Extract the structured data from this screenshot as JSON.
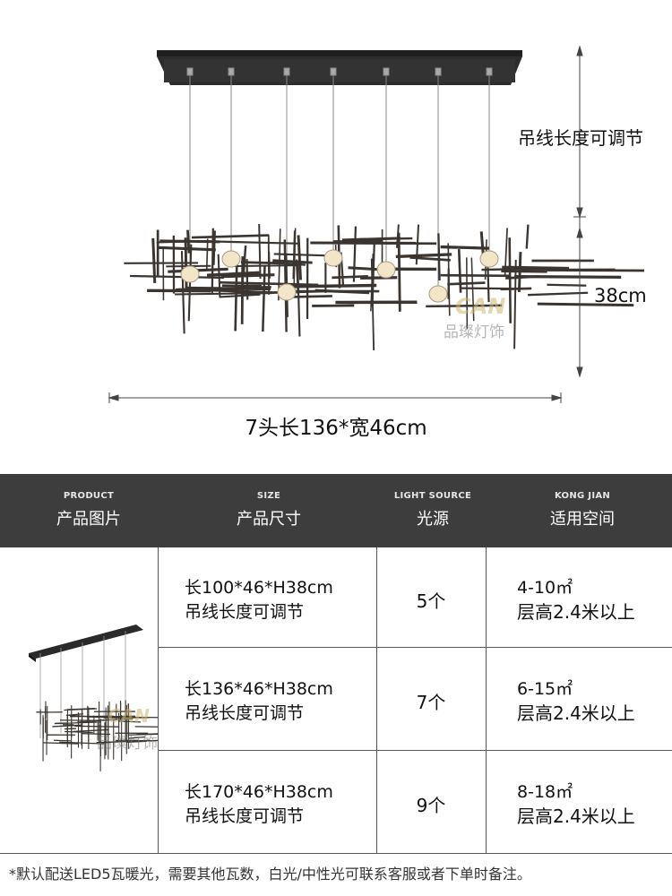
{
  "diagram": {
    "cable_note": "吊线长度可调节",
    "height_dim": "38cm",
    "size_caption": "7头长136*宽46cm",
    "watermark_logo": "CAN",
    "watermark_text": "品璨灯饰"
  },
  "table": {
    "headers": [
      {
        "en": "PRODUCT",
        "cn": "产品图片"
      },
      {
        "en": "SIZE",
        "cn": "产品尺寸"
      },
      {
        "en": "LIGHT SOURCE",
        "cn": "光源"
      },
      {
        "en": "KONG JIAN",
        "cn": "适用空间"
      }
    ],
    "rows": [
      {
        "size": "长100*46*H38cm",
        "size_note": "吊线长度可调节",
        "light": "5个",
        "area": "4-10㎡",
        "floor": "层高2.4米以上"
      },
      {
        "size": "长136*46*H38cm",
        "size_note": "吊线长度可调节",
        "light": "7个",
        "area": "6-15㎡",
        "floor": "层高2.4米以上"
      },
      {
        "size": "长170*46*H38cm",
        "size_note": "吊线长度可调节",
        "light": "9个",
        "area": "8-18㎡",
        "floor": "层高2.4米以上"
      }
    ],
    "thumb_watermark_logo": "CAN",
    "thumb_watermark_text": "品璨灯饰"
  },
  "footnote": "*默认配送LED5瓦暖光，需要其他瓦数，白光/中性光可联系客服或者下单时备注。",
  "colors": {
    "header_band": "#3d3d3d",
    "lamp_metal": "#3a3530",
    "canopy": "#2a2a2a",
    "glow": "#f3e6c8"
  }
}
